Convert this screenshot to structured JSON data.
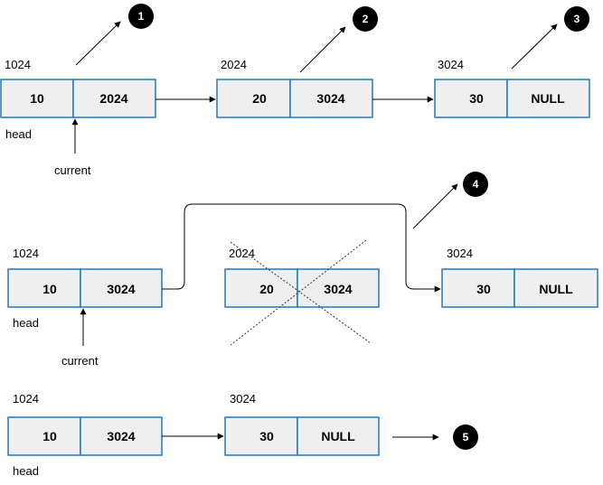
{
  "step1": {
    "badges": {
      "b1": "1",
      "b2": "2",
      "b3": "3"
    },
    "addresses": {
      "n1": "1024",
      "n2": "2024",
      "n3": "3024"
    },
    "nodes": [
      {
        "data": "10",
        "next": "2024"
      },
      {
        "data": "20",
        "next": "3024"
      },
      {
        "data": "30",
        "next": "NULL"
      }
    ],
    "head_label": "head",
    "current_label": "current"
  },
  "step2": {
    "badge": "4",
    "addresses": {
      "n1": "1024",
      "n2": "2024",
      "n3": "3024"
    },
    "nodes": [
      {
        "data": "10",
        "next": "3024"
      },
      {
        "data": "20",
        "next": "3024"
      },
      {
        "data": "30",
        "next": "NULL"
      }
    ],
    "head_label": "head",
    "current_label": "current"
  },
  "step3": {
    "badge": "5",
    "addresses": {
      "n1": "1024",
      "n2": "3024"
    },
    "nodes": [
      {
        "data": "10",
        "next": "3024"
      },
      {
        "data": "30",
        "next": "NULL"
      }
    ],
    "head_label": "head"
  },
  "colors": {
    "node_border": "#1f78c4",
    "node_fill": "#efefef",
    "badge_fill": "#000000",
    "badge_text": "#ffffff"
  }
}
